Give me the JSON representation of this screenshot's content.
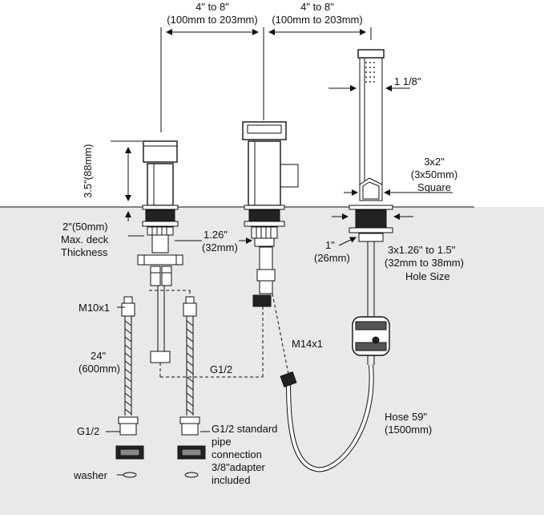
{
  "labels": {
    "spacing_left": "4\" to 8\"",
    "spacing_left_mm": "(100mm to 203mm)",
    "spacing_right": "4\" to 8\"",
    "spacing_right_mm": "(100mm to 203mm)",
    "handle_diameter": "1 1/8\"",
    "base_size": "3x2\"",
    "base_size_mm": "(3x50mm)",
    "base_shape": "Square",
    "height": "3.5\"(88mm)",
    "deck_thickness_1": "2\"(50mm)",
    "deck_thickness_2": "Max. deck",
    "deck_thickness_3": "Thickness",
    "shank_1": "1.26\"",
    "shank_1_mm": "(32mm)",
    "shank_2": "1\"",
    "shank_2_mm": "(26mm)",
    "hole_size": "3x1.26\" to 1.5\"",
    "hole_size_mm": "(32mm to 38mm)",
    "hole_size_label": "Hole Size",
    "thread_m10": "M10x1",
    "hose_length": "24\"",
    "hose_length_mm": "(600mm)",
    "g12_center": "G1/2",
    "g12_left": "G1/2",
    "thread_m14": "M14x1",
    "g12_note_1": "G1/2 standard",
    "g12_note_2": "pipe",
    "g12_note_3": "connection",
    "g12_note_4": "3/8\"adapter",
    "g12_note_5": "included",
    "washer": "washer",
    "shower_hose": "Hose 59\"",
    "shower_hose_mm": "(1500mm)"
  },
  "colors": {
    "deck": "#e9e9e9",
    "line": "#111111",
    "dark": "#222222"
  }
}
